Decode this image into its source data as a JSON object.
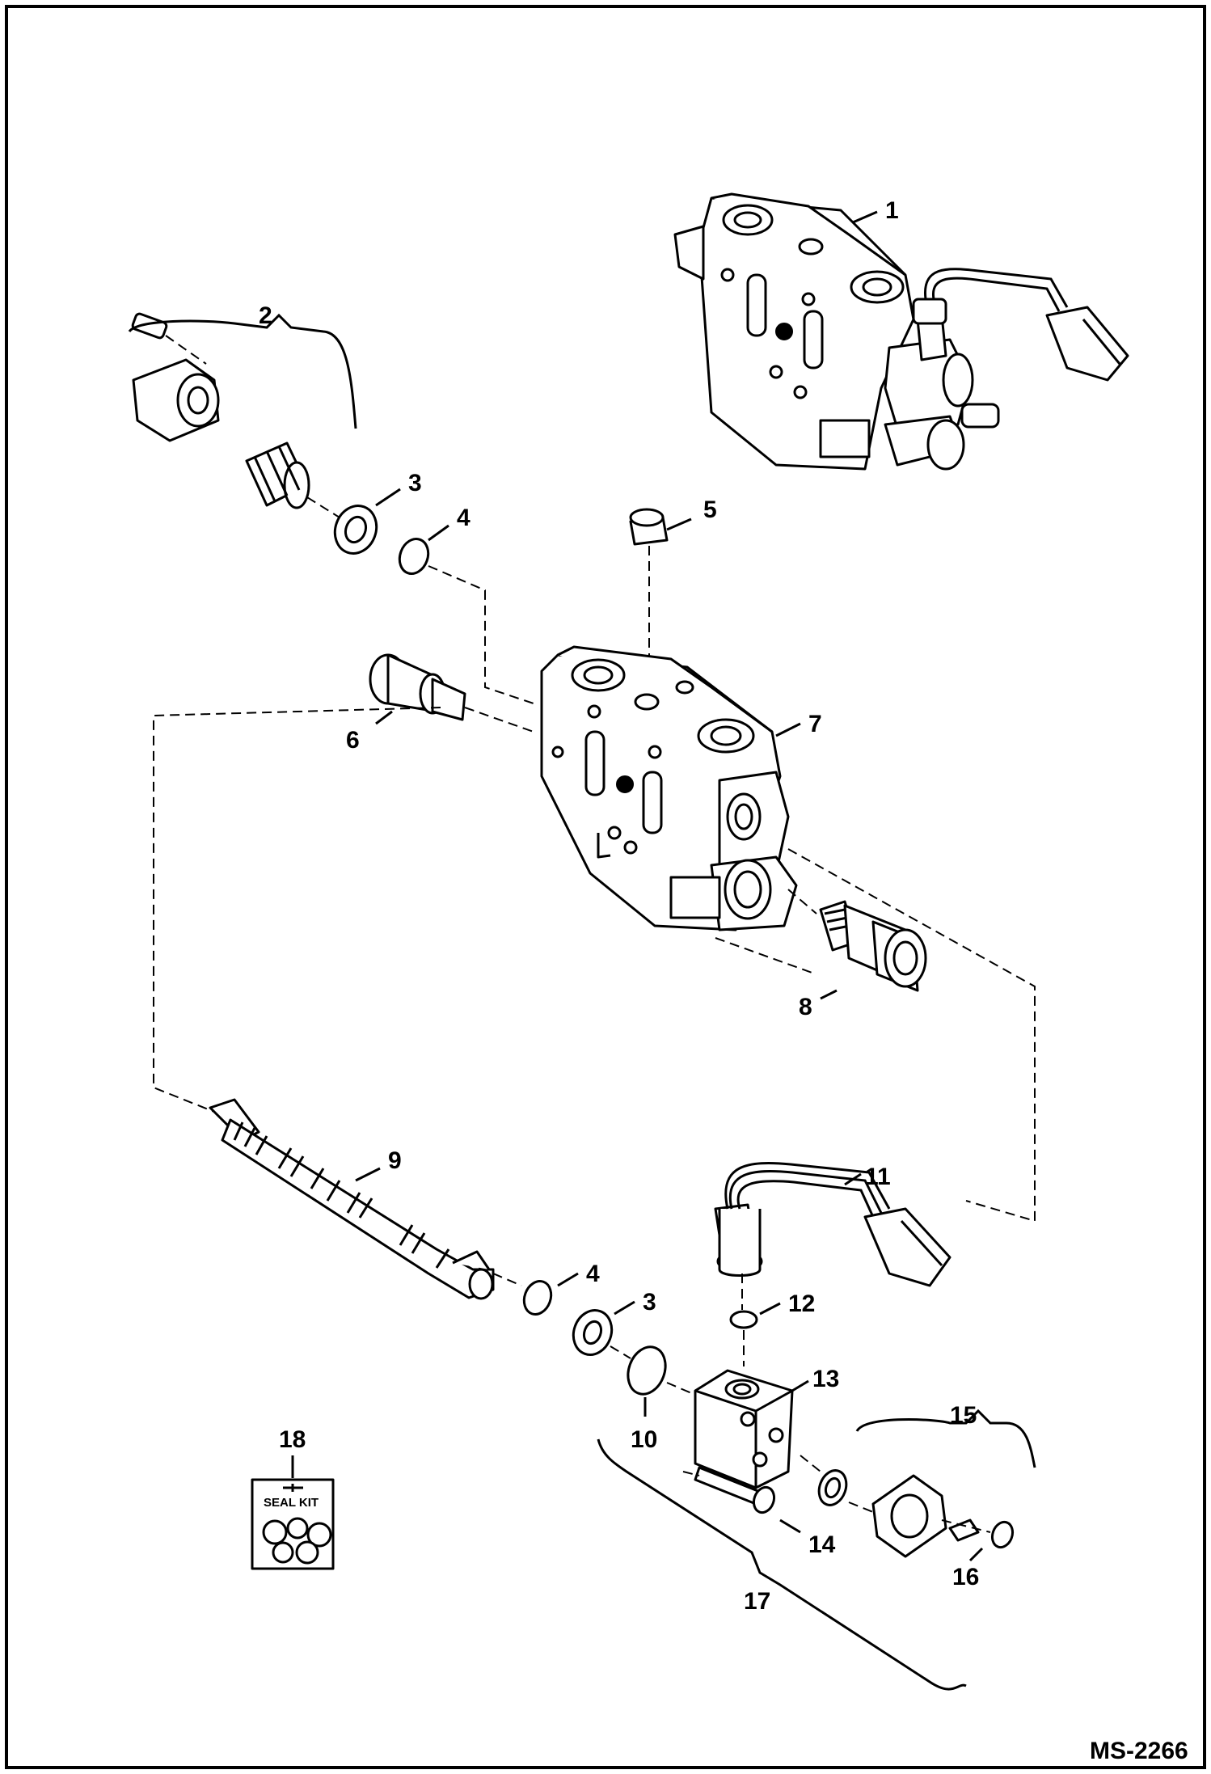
{
  "drawing_code": "MS-2266",
  "seal_kit_label": "SEAL KIT",
  "callouts": [
    {
      "id": "c1",
      "label": "1"
    },
    {
      "id": "c2",
      "label": "2"
    },
    {
      "id": "c3a",
      "label": "3"
    },
    {
      "id": "c4a",
      "label": "4"
    },
    {
      "id": "c5",
      "label": "5"
    },
    {
      "id": "c6",
      "label": "6"
    },
    {
      "id": "c7",
      "label": "7"
    },
    {
      "id": "c8",
      "label": "8"
    },
    {
      "id": "c9",
      "label": "9"
    },
    {
      "id": "c4b",
      "label": "4"
    },
    {
      "id": "c3b",
      "label": "3"
    },
    {
      "id": "c10",
      "label": "10"
    },
    {
      "id": "c11",
      "label": "11"
    },
    {
      "id": "c12",
      "label": "12"
    },
    {
      "id": "c13",
      "label": "13"
    },
    {
      "id": "c14",
      "label": "14"
    },
    {
      "id": "c15",
      "label": "15"
    },
    {
      "id": "c16",
      "label": "16"
    },
    {
      "id": "c17",
      "label": "17"
    },
    {
      "id": "c18",
      "label": "18"
    }
  ]
}
